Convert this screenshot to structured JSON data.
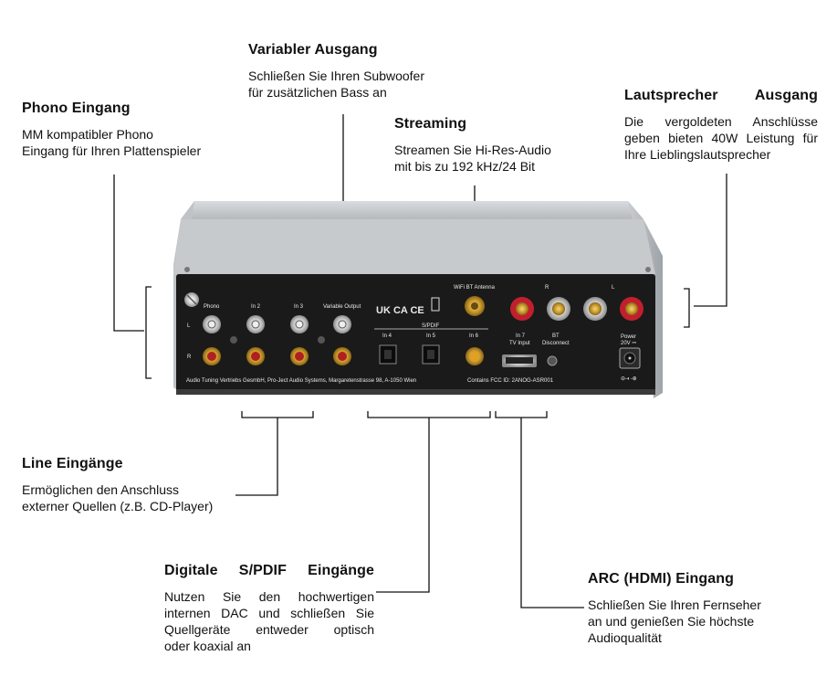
{
  "callouts": {
    "phono": {
      "title": "Phono Eingang",
      "lines": [
        "MM kompatibler Phono",
        "Eingang für Ihren Plattenspieler"
      ]
    },
    "variable": {
      "title": "Variabler Ausgang",
      "lines": [
        "Schließen Sie Ihren Subwoofer",
        "für zusätzlichen Bass an"
      ]
    },
    "streaming": {
      "title": "Streaming",
      "lines": [
        "Streamen Sie Hi-Res-Audio",
        "mit bis zu 192 kHz/24 Bit"
      ]
    },
    "speaker": {
      "title": "Lautsprecher Ausgang",
      "lines": [
        "Die vergoldeten Anschlüsse",
        "geben bieten 40W Leistung für",
        "Ihre Lieblingslautsprecher"
      ]
    },
    "line": {
      "title": "Line Eingänge",
      "lines": [
        "Ermöglichen den Anschluss",
        "externer Quellen (z.B. CD-Player)"
      ]
    },
    "spdif": {
      "title": "Digitale S/PDIF Eingänge",
      "lines": [
        "Nutzen Sie den hochwertigen",
        "internen DAC und schließen Sie",
        "Quellgeräte entweder optisch",
        "oder koaxial an"
      ]
    },
    "arc": {
      "title": "ARC (HDMI) Eingang",
      "lines": [
        "Schließen Sie Ihren Fernseher",
        "an und genießen Sie höchste",
        "Audioqualität"
      ]
    }
  },
  "device": {
    "labels": {
      "phono": "Phono",
      "in2": "In 2",
      "in3": "In 3",
      "variable_output": "Variable Output",
      "left": "L",
      "right": "R",
      "antenna": "WiFi BT Antenna",
      "spdif": "S/PDIF",
      "in4": "In 4",
      "in5": "In 5",
      "in6": "In 6",
      "in7": "In 7",
      "tv_input": "TV Input",
      "bt": "BT",
      "disconnect": "Disconnect",
      "speaker_r": "R",
      "speaker_l": "L",
      "power": "Power",
      "power_spec": "20V ⎓",
      "certifications": "UK CA  CE",
      "address": "Audio Tuning Vertriebs GesmbH, Pro-Ject Audio Systems, Margaretenstrasse 98, A-1050 Wien",
      "fcc": "Contains FCC ID: 2ANOG-ASR001"
    }
  }
}
